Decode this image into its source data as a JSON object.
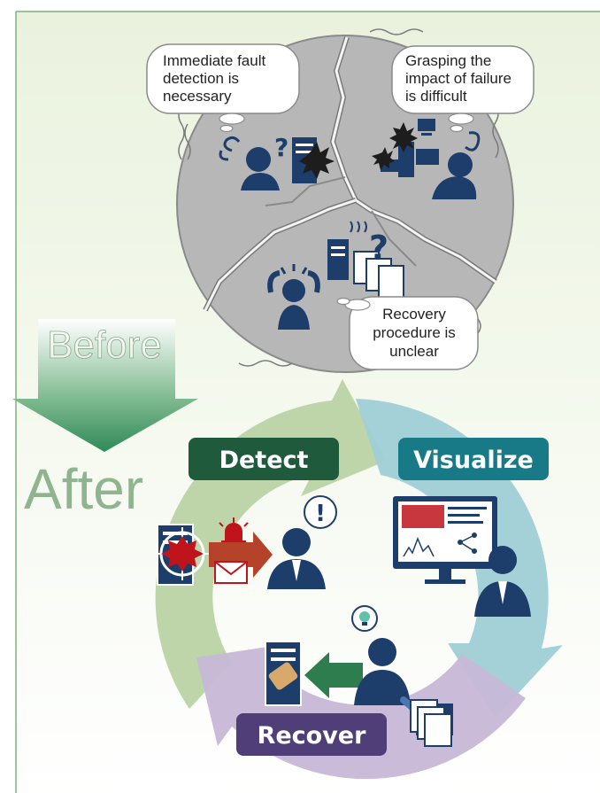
{
  "before": {
    "label": "Before",
    "bubbles": [
      {
        "lines": [
          "Immediate fault",
          "detection is",
          "necessary"
        ]
      },
      {
        "lines": [
          "Grasping the",
          "impact of failure",
          "is difficult"
        ]
      },
      {
        "lines": [
          "Recovery",
          "procedure is",
          "unclear"
        ]
      }
    ]
  },
  "after": {
    "label": "After",
    "stages": [
      "Detect",
      "Visualize",
      "Recover"
    ]
  },
  "colors": {
    "panel_bg": "#eef4e4",
    "panel_border": "#7fb07f",
    "circle": "#b9b9b9",
    "detect_arc": "#b9d3a4",
    "visualize_arc": "#9ccfd6",
    "recover_arc": "#c7b8d7",
    "detect_label": "#1f5a3c",
    "visualize_label": "#177a86",
    "recover_label": "#4f3e78",
    "navy": "#1d3d6b",
    "alert_red": "#c0141c"
  }
}
